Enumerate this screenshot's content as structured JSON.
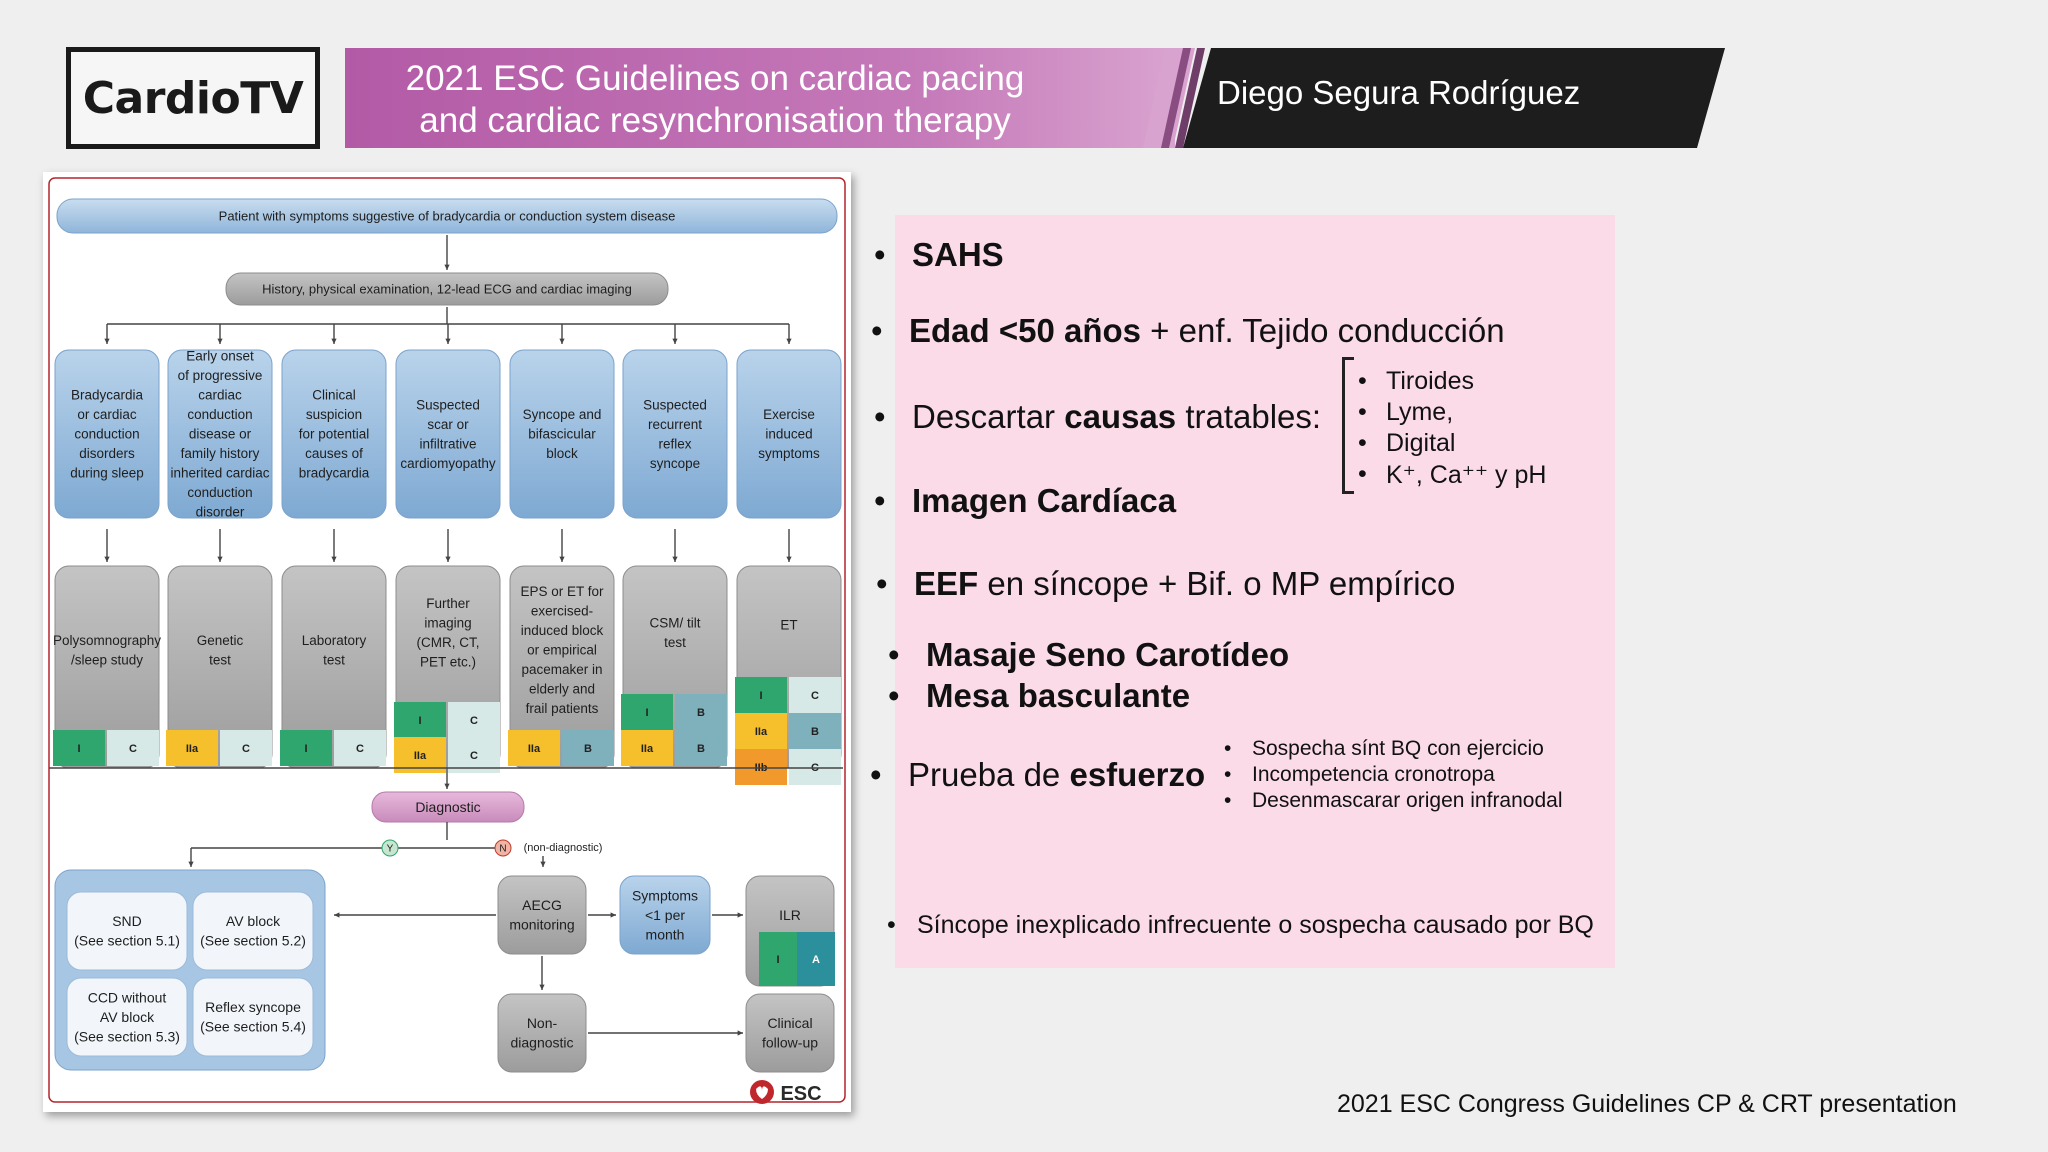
{
  "header": {
    "logo": "CardioTV",
    "title_line1": "2021 ESC Guidelines on cardiac pacing",
    "title_line2": "and cardiac resynchronisation therapy",
    "presenter": "Diego Segura Rodríguez"
  },
  "flowchart": {
    "top_box": "Patient with symptoms suggestive of bradycardia or conduction system disease",
    "history_box": "History, physical examination, 12-lead ECG and cardiac imaging",
    "columns": [
      {
        "lines": [
          "Bradycardia",
          "or cardiac",
          "conduction",
          "disorders",
          "during sleep"
        ],
        "test": [
          "Polysomnography",
          "/sleep study"
        ],
        "grades": [
          [
            "I",
            "C"
          ]
        ]
      },
      {
        "lines": [
          "Early onset",
          "of progressive",
          "cardiac",
          "conduction",
          "disease or",
          "family history",
          "inherited cardiac",
          "conduction",
          "disorder"
        ],
        "test": [
          "Genetic",
          "test"
        ],
        "grades": [
          [
            "IIa",
            "C"
          ]
        ]
      },
      {
        "lines": [
          "Clinical",
          "suspicion",
          "for potential",
          "causes of",
          "bradycardia"
        ],
        "test": [
          "Laboratory",
          "test"
        ],
        "grades": [
          [
            "I",
            "C"
          ]
        ]
      },
      {
        "lines": [
          "Suspected",
          "scar or",
          "infiltrative",
          "cardiomyopathy"
        ],
        "test": [
          "Further",
          "imaging",
          "(CMR, CT,",
          "PET etc.)"
        ],
        "grades": [
          [
            "I",
            "C"
          ],
          [
            "IIa",
            "C"
          ]
        ]
      },
      {
        "lines": [
          "Syncope and",
          "bifascicular",
          "block"
        ],
        "test": [
          "EPS or ET for",
          "exercised-",
          "induced block",
          "or empirical",
          "pacemaker in",
          "elderly and",
          "frail patients"
        ],
        "grades": [
          [
            "IIa",
            "B"
          ]
        ]
      },
      {
        "lines": [
          "Suspected",
          "recurrent",
          "reflex",
          "syncope"
        ],
        "test": [
          "CSM/ tilt",
          "test"
        ],
        "grades": [
          [
            "I",
            "B"
          ],
          [
            "IIa",
            "B"
          ]
        ]
      },
      {
        "lines": [
          "Exercise",
          "induced",
          "symptoms"
        ],
        "test": [
          "ET"
        ],
        "grades": [
          [
            "I",
            "C"
          ],
          [
            "IIa",
            "B"
          ],
          [
            "IIb",
            "C"
          ]
        ]
      }
    ],
    "diagnostic": "Diagnostic",
    "yes": "Y",
    "no": "N",
    "non_diagnostic_note": "(non-diagnostic)",
    "outcomes": [
      {
        "lines": [
          "SND",
          "(See section 5.1)"
        ]
      },
      {
        "lines": [
          "AV block",
          "(See section 5.2)"
        ]
      },
      {
        "lines": [
          "CCD without",
          "AV block",
          "(See section 5.3)"
        ]
      },
      {
        "lines": [
          "Reflex syncope",
          "(See section 5.4)"
        ]
      }
    ],
    "aecg": [
      "AECG",
      "monitoring"
    ],
    "symptoms": [
      "Symptoms",
      "<1 per",
      "month"
    ],
    "ilr": "ILR",
    "ilr_grades": [
      "I",
      "A"
    ],
    "non_diag": [
      "Non-",
      "diagnostic"
    ],
    "clinical": [
      "Clinical",
      "follow-up"
    ],
    "esc_logo": "ESC"
  },
  "content": {
    "sahs": "SAHS",
    "edad_bold": "Edad <50 años",
    "edad_rest": " + enf. Tejido conducción",
    "descartar_pre": "Descartar ",
    "descartar_bold": "causas",
    "descartar_post": " tratables:",
    "causes": [
      "Tiroides",
      "Lyme,",
      "Digital",
      "K⁺, Ca⁺⁺ y pH"
    ],
    "imagen": "Imagen Cardíaca",
    "eef_bold": "EEF",
    "eef_rest": " en síncope + Bif. o MP empírico",
    "masaje": "Masaje Seno Carotídeo",
    "mesa": "Mesa basculante",
    "prueba_pre": "Prueba de ",
    "prueba_bold": "esfuerzo",
    "prueba_items": [
      "Sospecha sínt BQ con ejercicio",
      "Incompetencia cronotropa",
      "Desenmascarar origen infranodal"
    ],
    "sincope": "Síncope inexplicado infrecuente o sospecha causado por BQ"
  },
  "footer": "2021 ESC Congress Guidelines CP & CRT presentation",
  "colors": {
    "class_I": "#2fa66d",
    "class_IIa": "#f6c02d",
    "class_IIb": "#f19a2b",
    "level_A": "#2b8f9c",
    "level_B": "#7fb1bd",
    "level_C": "#d6e9e6",
    "pink_panel": "#fcdbe9",
    "title_band": "#b75fab"
  }
}
